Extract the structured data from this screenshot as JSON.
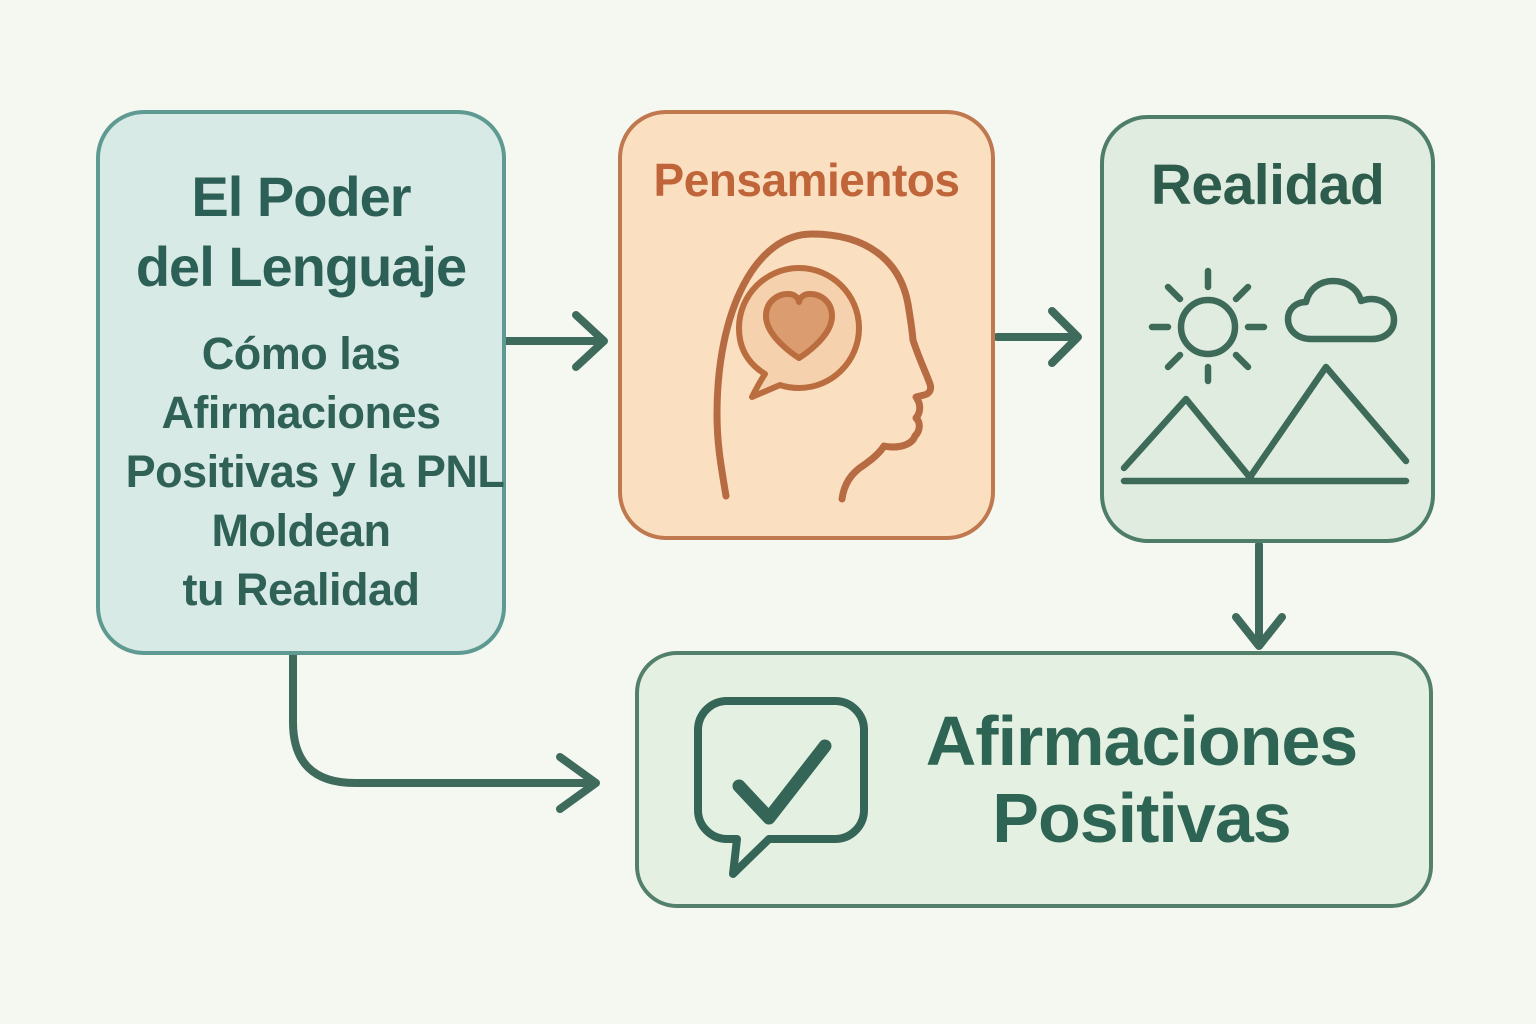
{
  "page": {
    "background_color": "#f5f7f1"
  },
  "diagram": {
    "boxes": {
      "language": {
        "title_lines": [
          "El Poder",
          "del Lenguaje"
        ],
        "subtitle_lines": [
          "Cómo las",
          "Afirmaciones",
          "Positivas y la PNL",
          "Moldean",
          "tu Realidad"
        ],
        "fill": "#d7eae5",
        "border_color": "#5f9a92",
        "text_color": "#2c5f55"
      },
      "thoughts": {
        "title": "Pensamientos",
        "fill": "#fbdfc1",
        "border_color": "#c0784e",
        "title_color": "#bf6539",
        "icon": "head-profile-with-heart-speech-bubble"
      },
      "reality": {
        "title": "Realidad",
        "fill": "#e0ecdf",
        "border_color": "#4e7d6a",
        "title_color": "#2d5c4c",
        "icons": [
          "sun",
          "cloud",
          "mountains"
        ]
      },
      "affirmations": {
        "title_lines": [
          "Afirmaciones",
          "Positivas"
        ],
        "fill": "#e4f0e2",
        "border_color": "#52806b",
        "text_color": "#2e6453",
        "icon": "speech-bubble-with-checkmark"
      }
    },
    "connectors": [
      {
        "from": "language",
        "to": "thoughts",
        "style": "straight-arrow-right"
      },
      {
        "from": "thoughts",
        "to": "reality",
        "style": "straight-arrow-right"
      },
      {
        "from": "reality",
        "to": "affirmations",
        "style": "straight-arrow-down"
      },
      {
        "from": "language",
        "to": "affirmations",
        "style": "curved-arrow-right"
      }
    ],
    "connector_color": "#3f6b5d"
  }
}
